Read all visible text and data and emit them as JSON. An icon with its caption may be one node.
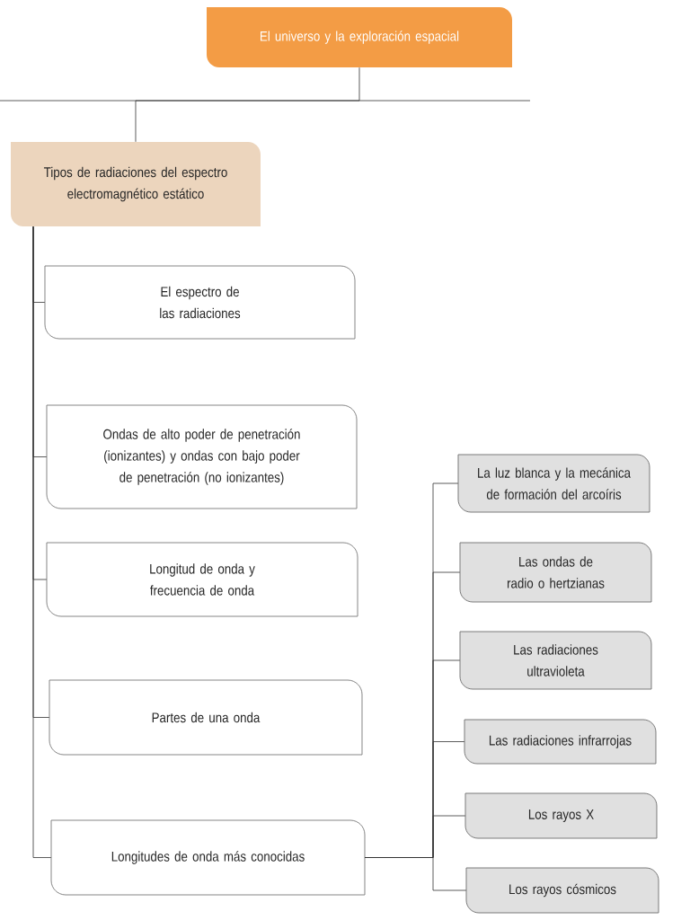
{
  "diagram": {
    "nodes": [
      {
        "text": [
          "El universo y la exploración espacial"
        ]
      },
      {
        "text": [
          "Tipos de radiaciones del espectro electromagnético estático"
        ]
      },
      {
        "text": [
          "El espectro de las radiaciones"
        ]
      },
      {
        "text": [
          "Ondas de alto poder de penetración (ionizantes) y ondas con bajo poder de penetración (no ionizantes)"
        ]
      },
      {
        "text": [
          "Longitud de onda y frecuencia de onda"
        ]
      },
      {
        "text": [
          "Partes de una onda"
        ]
      },
      {
        "text": [
          "Longitudes de onda más conocidas"
        ]
      },
      {
        "text": [
          "La luz blanca y la mecánica de formación del arcoíris"
        ]
      },
      {
        "text": [
          "Las ondas de radio o hertzianas"
        ]
      },
      {
        "text": [
          "Las radiaciones ultravioleta"
        ]
      },
      {
        "text": [
          "Las radiaciones infrarrojas"
        ]
      },
      {
        "text": [
          "Los rayos X"
        ]
      },
      {
        "text": [
          "Los rayos cósmicos"
        ]
      }
    ],
    "edges": [
      {
        "from": 0,
        "to": 1,
        "arrow": "none"
      },
      {
        "from": 1,
        "to": 2,
        "arrow": "none"
      },
      {
        "from": 1,
        "to": 3,
        "arrow": "none"
      },
      {
        "from": 1,
        "to": 4,
        "arrow": "none"
      },
      {
        "from": 1,
        "to": 5,
        "arrow": "none"
      },
      {
        "from": 1,
        "to": 6,
        "arrow": "none"
      },
      {
        "from": 6,
        "to": 7,
        "arrow": "none"
      },
      {
        "from": 6,
        "to": 8,
        "arrow": "none"
      },
      {
        "from": 6,
        "to": 9,
        "arrow": "none"
      },
      {
        "from": 6,
        "to": 10,
        "arrow": "none"
      },
      {
        "from": 6,
        "to": 11,
        "arrow": "none"
      },
      {
        "from": 6,
        "to": 12,
        "arrow": "none"
      }
    ]
  }
}
